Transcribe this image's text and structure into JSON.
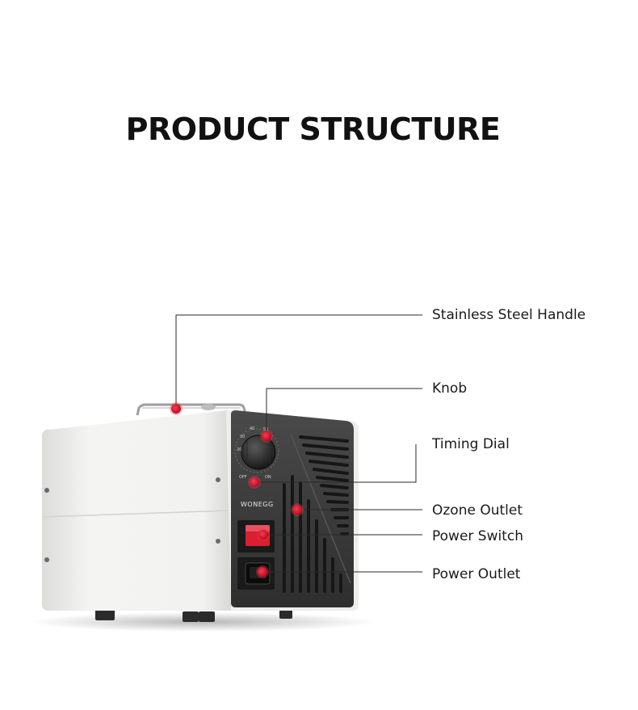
{
  "title": "PRODUCT STRUCTURE",
  "brand": "WONEGG",
  "callouts": [
    {
      "label": "Stainless Steel Handle"
    },
    {
      "label": "Knob"
    },
    {
      "label": "Timing Dial"
    },
    {
      "label": "Ozone Outlet"
    },
    {
      "label": "Power Switch"
    },
    {
      "label": "Power Outlet"
    }
  ],
  "colors": {
    "marker": "#d7102a",
    "panel": "#3a3a3a",
    "body": "#f1f1ef",
    "line": "#2a2a2a"
  }
}
